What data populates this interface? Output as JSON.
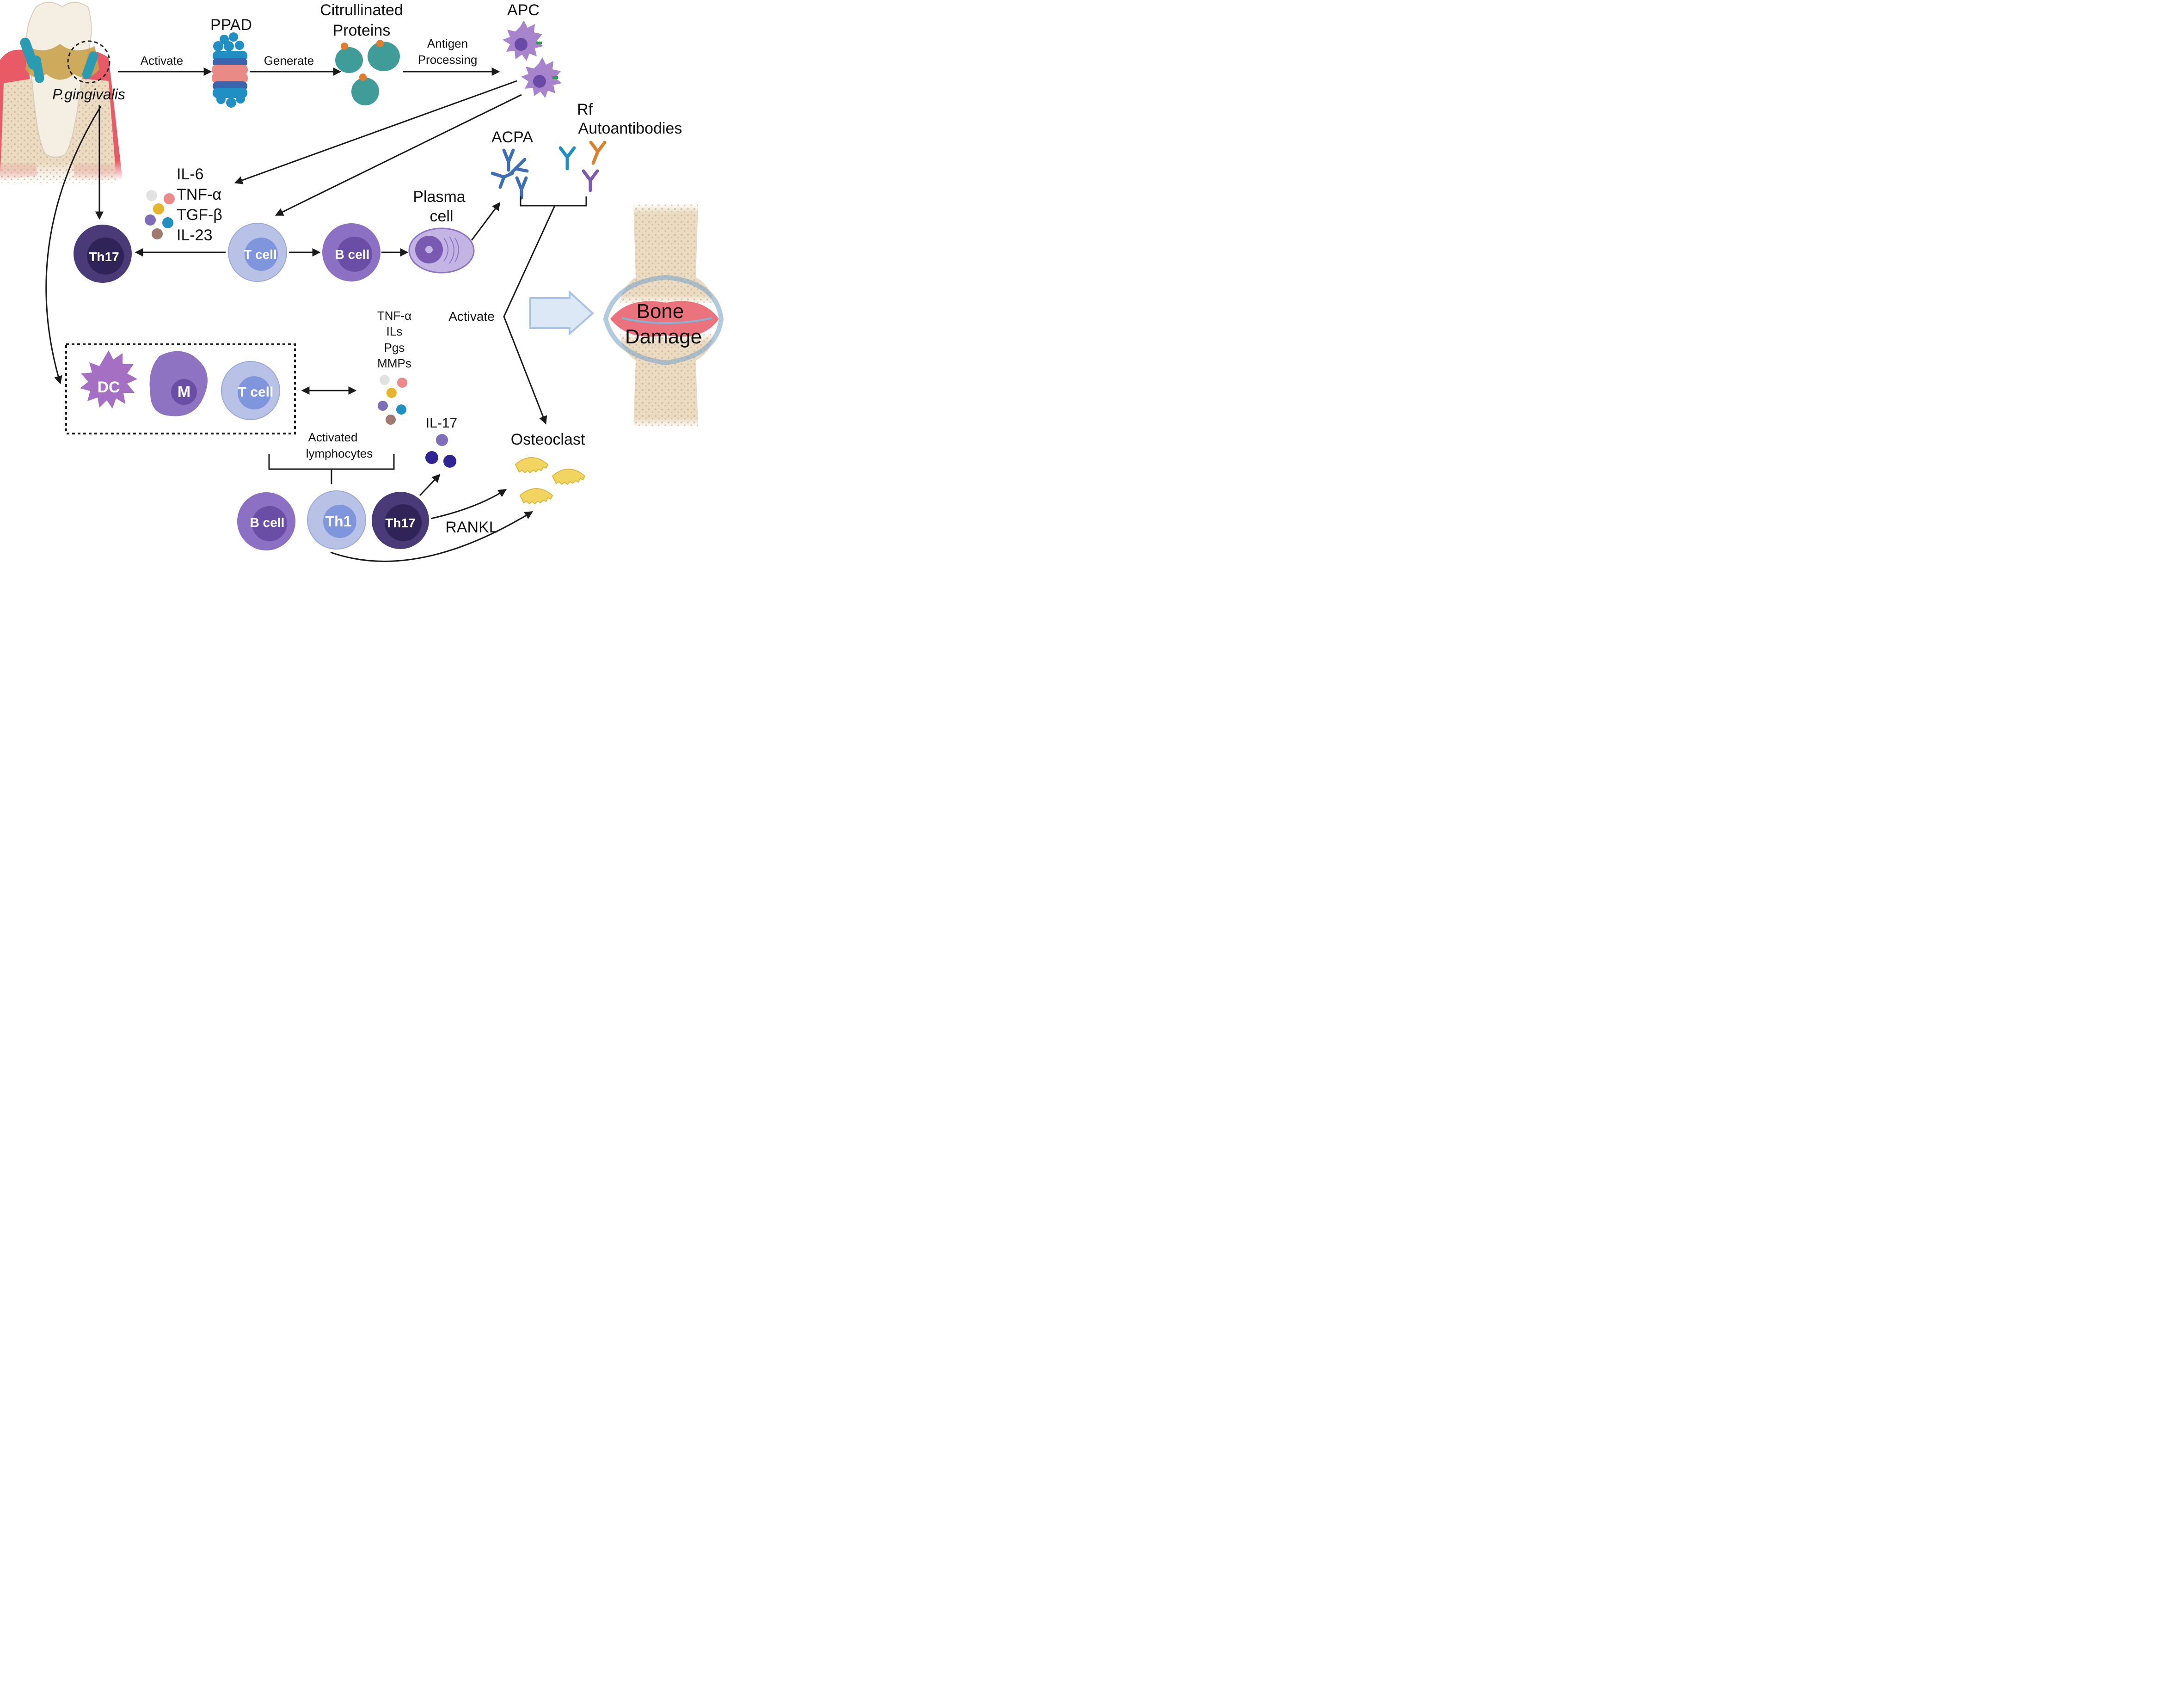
{
  "labels": {
    "p_gingivalis": "P.gingivalis",
    "activate_1": "Activate",
    "ppad": "PPAD",
    "generate": "Generate",
    "citrullinated_1": "Citrullinated",
    "citrullinated_2": "Proteins",
    "antigen_1": "Antigen",
    "antigen_2": "Processing",
    "apc": "APC",
    "rf_1": "Rf",
    "rf_2": "Autoantibodies",
    "acpa": "ACPA",
    "cytokines_top": [
      "IL-6",
      "TNF-α",
      "TGF-β",
      "IL-23"
    ],
    "plasma_1": "Plasma",
    "plasma_2": "cell",
    "cytokines_mid": [
      "TNF-α",
      "ILs",
      "Pgs",
      "MMPs"
    ],
    "activate_2": "Activate",
    "bone_1": "Bone",
    "bone_2": "Damage",
    "il17": "IL-17",
    "osteoclast": "Osteoclast",
    "activated_1": "Activated",
    "activated_2": "lymphocytes",
    "rankl": "RANKL"
  },
  "cells": {
    "th17_top": "Th17",
    "t_cell_top": "T cell",
    "b_cell_top": "B cell",
    "dc": "DC",
    "macrophage": "M",
    "t_cell_box": "T cell",
    "b_cell_bottom": "B cell",
    "th1": "Th1",
    "th17_bottom": "Th17"
  },
  "colors": {
    "th17": "#4a3b78",
    "th17_nucleus": "#2f2358",
    "t_cell": "#b8c2e6",
    "t_cell_nucleus": "#7f95dc",
    "b_cell": "#8c70c4",
    "b_cell_nucleus": "#6a4ea6",
    "dc": "#a56fc4",
    "macrophage": "#8e73c2",
    "bacteria": "#2a9bb0",
    "gum": "#e85a66",
    "bone": "#eadbc2",
    "antibody_blue": "#3d6fb6",
    "antibody_orange": "#d9822b",
    "antibody_purple": "#7b5ab3",
    "osteoclast": "#f2d560",
    "arrow": "#1a1a1a",
    "hollow_arrow": "#a8c3e6"
  }
}
